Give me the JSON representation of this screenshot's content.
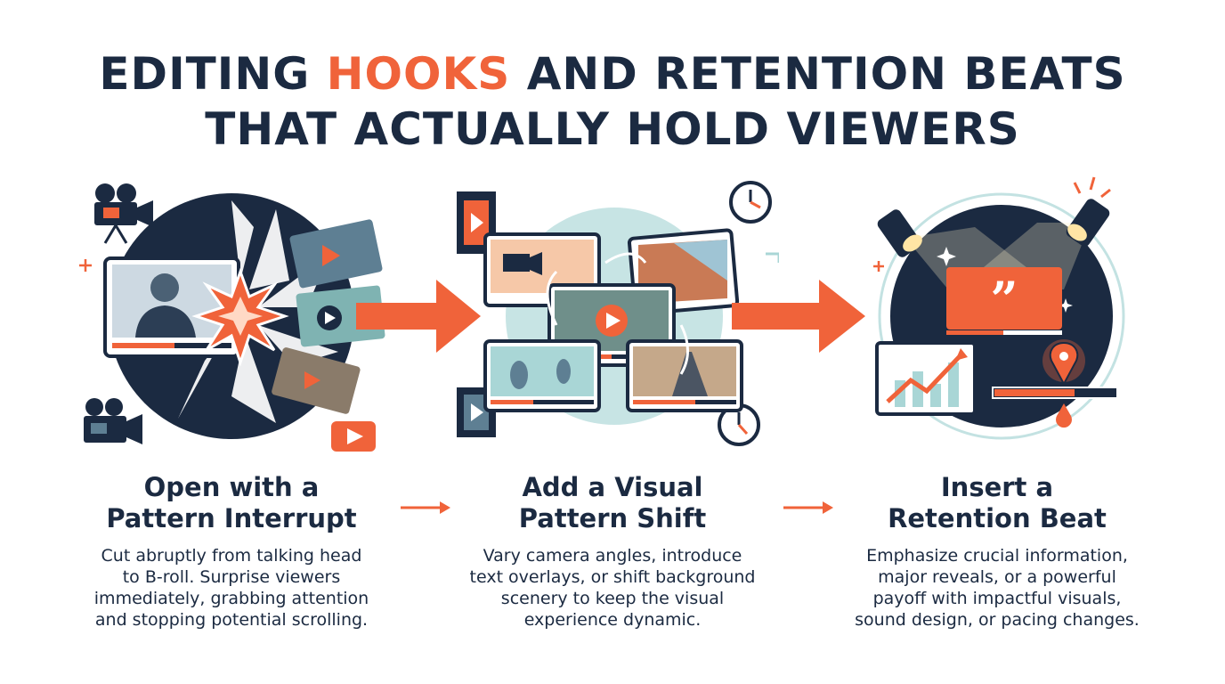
{
  "title": {
    "part1": "EDITING ",
    "highlight": "HOOKS",
    "part2": " AND RETENTION BEATS",
    "line2": "THAT ACTUALLY HOLD VIEWERS"
  },
  "steps": [
    {
      "title_line1": "Open with a",
      "title_line2": "Pattern Interrupt",
      "desc_lines": [
        "Cut abruptly from talking head",
        "to B-roll. Surprise viewers",
        "immediately, grabbing attention",
        "and stopping potential scrolling."
      ]
    },
    {
      "title_line1": "Add a Visual",
      "title_line2": "Pattern Shift",
      "desc_lines": [
        "Vary camera angles, introduce",
        "text overlays, or shift background",
        "scenery to keep the visual",
        "experience dynamic."
      ]
    },
    {
      "title_line1": "Insert a",
      "title_line2": "Retention Beat",
      "desc_lines": [
        "Emphasize crucial information,",
        "major reveals, or a powerful",
        "payoff with impactful visuals,",
        "sound design, or pacing changes."
      ]
    }
  ],
  "colors": {
    "navy": "#1b2a41",
    "accent": "#f0633a",
    "teal": "#a9d6d6",
    "light": "#eef3f6"
  }
}
